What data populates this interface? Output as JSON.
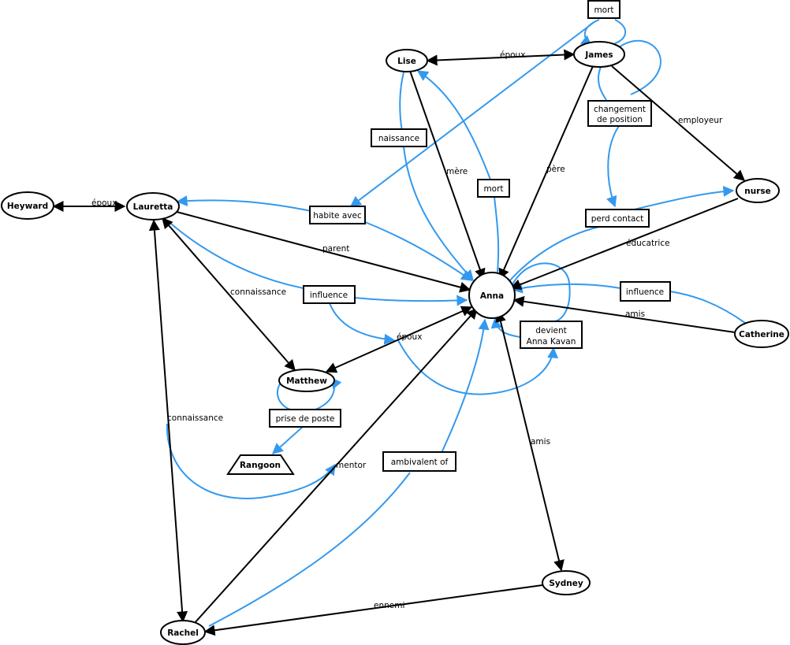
{
  "colors": {
    "relation": "#000000",
    "event": "#3399ee"
  },
  "nodes": {
    "heyward": {
      "label": "Heyward"
    },
    "lauretta": {
      "label": "Lauretta"
    },
    "lise": {
      "label": "Lise"
    },
    "james": {
      "label": "James"
    },
    "nurse": {
      "label": "nurse"
    },
    "anna": {
      "label": "Anna"
    },
    "catherine": {
      "label": "Catherine"
    },
    "matthew": {
      "label": "Matthew"
    },
    "rangoon": {
      "label": "Rangoon"
    },
    "sydney": {
      "label": "Sydney"
    },
    "rachel": {
      "label": "Rachel"
    }
  },
  "events": {
    "mort_top": {
      "lines": [
        "mort"
      ]
    },
    "naissance": {
      "lines": [
        "naissance"
      ]
    },
    "mort_mid": {
      "lines": [
        "mort"
      ]
    },
    "changement": {
      "lines": [
        "changement",
        "de position"
      ]
    },
    "perd_contact": {
      "lines": [
        "perd contact"
      ]
    },
    "habite_avec": {
      "lines": [
        "habite avec"
      ]
    },
    "influence_left": {
      "lines": [
        "influence"
      ]
    },
    "influence_right": {
      "lines": [
        "influence"
      ]
    },
    "devient": {
      "lines": [
        "devient",
        "Anna Kavan"
      ]
    },
    "prise_de_poste": {
      "lines": [
        "prise de poste"
      ]
    },
    "ambivalent": {
      "lines": [
        "ambivalent of"
      ]
    }
  },
  "relations": {
    "heyward_lauretta": "époux",
    "lise_james": "époux",
    "lise_anna": "mère",
    "james_anna": "père",
    "james_nurse": "employeur",
    "lauretta_anna": "parent",
    "lauretta_matthew": "connaissance",
    "nurse_anna": "éducatrice",
    "catherine_anna": "amis",
    "anna_matthew": "époux",
    "lauretta_rachel": "connaissance",
    "rachel_anna": "mentor",
    "anna_sydney": "amis",
    "sydney_rachel": "ennemi"
  }
}
